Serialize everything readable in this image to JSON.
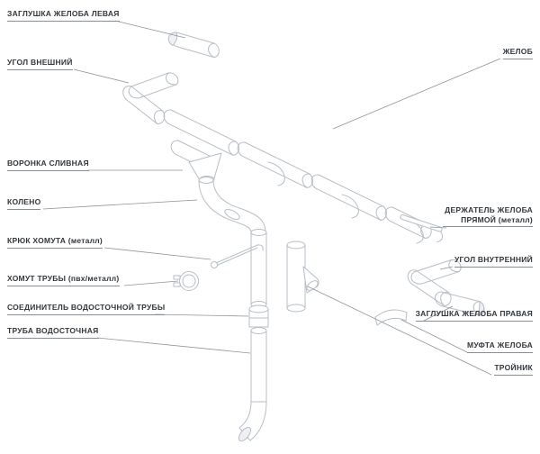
{
  "diagram": {
    "subject": "gutter-downpipe-system-exploded-diagram",
    "labels_left": [
      {
        "text": "ЗАГЛУШКА ЖЕЛОБА ЛЕВАЯ"
      },
      {
        "text": "УГОЛ ВНЕШНИЙ"
      },
      {
        "text": "ВОРОНКА СЛИВНАЯ"
      },
      {
        "text": "КОЛЕНО"
      },
      {
        "text": "КРЮК ХОМУТА (металл)"
      },
      {
        "text": "ХОМУТ ТРУБЫ (пвх/металл)"
      },
      {
        "text": "СОЕДИНИТЕЛЬ ВОДОСТОЧНОЙ ТРУБЫ"
      },
      {
        "text": "ТРУБА ВОДОСТОЧНАЯ"
      }
    ],
    "labels_right": [
      {
        "text": "ЖЕЛОБ"
      },
      {
        "text": "ДЕРЖАТЕЛЬ ЖЕЛОБА ПРЯМОЙ (металл)"
      },
      {
        "text": "УГОЛ ВНУТРЕННИЙ"
      },
      {
        "text": "ЗАГЛУШКА ЖЕЛОБА ПРАВАЯ"
      },
      {
        "text": "МУФТА ЖЕЛОБА"
      },
      {
        "text": "ТРОЙНИК"
      }
    ]
  },
  "colors": {
    "background": "#ffffff",
    "art_line": "#b7bec6",
    "leader_line": "#8d949c",
    "label_text": "#32373c",
    "cap_fill": "#eef0f3"
  }
}
